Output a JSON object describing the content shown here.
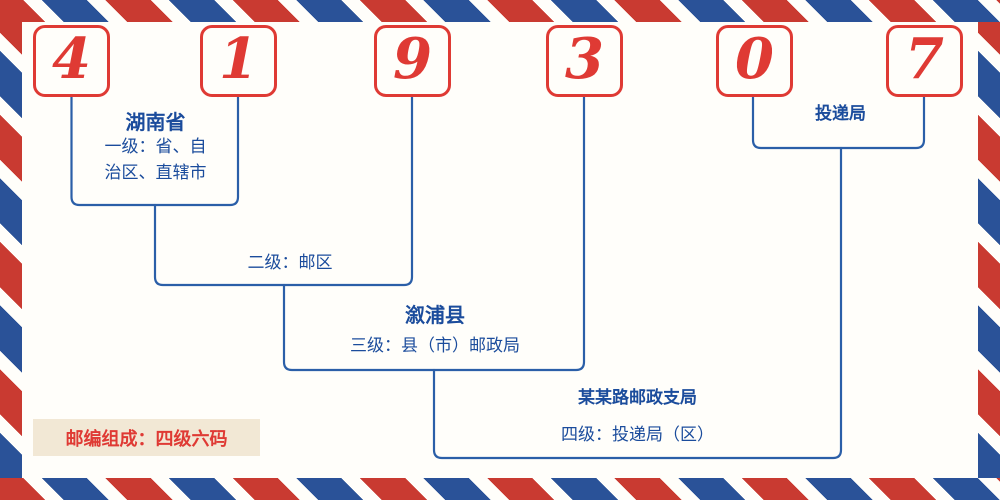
{
  "postal_code": {
    "digits": [
      "4",
      "1",
      "9",
      "3",
      "0",
      "7"
    ]
  },
  "labels": {
    "level1_place": "湖南省",
    "level1_desc_line1": "一级：省、自",
    "level1_desc_line2": "治区、直辖市",
    "level2_desc": "二级：邮区",
    "level3_place": "溆浦县",
    "level3_desc": "三级：县（市）邮政局",
    "level4_place": "某某路邮政支局",
    "level4_desc": "四级：投递局（区）",
    "delivery_office": "投递局",
    "footer_note": "邮编组成：四级六码"
  },
  "colors": {
    "digit_red": "#df3a34",
    "line_blue": "#2b5fa8",
    "text_blue": "#1b4c9c",
    "stripe_red": "#c93a31",
    "stripe_blue": "#2a5298",
    "note_bg": "#f2e8d5"
  }
}
